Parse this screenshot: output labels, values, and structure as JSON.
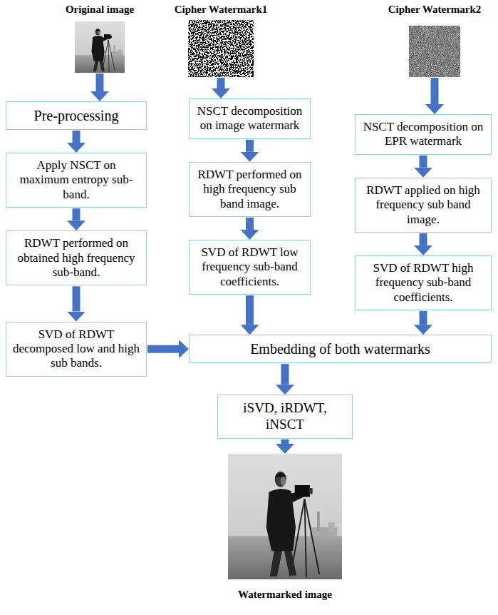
{
  "diagram": {
    "nodes": [
      {
        "text": [
          "Original image"
        ]
      },
      {
        "text": [
          "Pre-processing"
        ]
      },
      {
        "text": [
          "Apply NSCT on maximum entropy sub-band."
        ]
      },
      {
        "text": [
          "RDWT performed on obtained high frequency sub-band."
        ]
      },
      {
        "text": [
          "SVD of RDWT decomposed low and high sub bands."
        ]
      },
      {
        "text": [
          "Cipher Watermark1"
        ]
      },
      {
        "text": [
          "NSCT decomposition on image watermark"
        ]
      },
      {
        "text": [
          "RDWT performed on high frequency sub band image."
        ]
      },
      {
        "text": [
          "SVD of RDWT low frequency sub-band coefficients."
        ]
      },
      {
        "text": [
          "Cipher Watermark2"
        ]
      },
      {
        "text": [
          "NSCT decomposition on EPR watermark"
        ]
      },
      {
        "text": [
          "RDWT applied on high frequency sub band image."
        ]
      },
      {
        "text": [
          "SVD of RDWT high frequency sub-band coefficients."
        ]
      },
      {
        "text": [
          "Embedding of both watermarks"
        ]
      },
      {
        "text": [
          "iSVD, iRDWT, iNSCT"
        ]
      },
      {
        "text": [
          "Watermarked image"
        ]
      }
    ],
    "edges": [
      {
        "from": 0,
        "to": 1,
        "arrow": "to"
      },
      {
        "from": 1,
        "to": 2,
        "arrow": "to"
      },
      {
        "from": 2,
        "to": 3,
        "arrow": "to"
      },
      {
        "from": 3,
        "to": 4,
        "arrow": "to"
      },
      {
        "from": 5,
        "to": 6,
        "arrow": "to"
      },
      {
        "from": 6,
        "to": 7,
        "arrow": "to"
      },
      {
        "from": 7,
        "to": 8,
        "arrow": "to"
      },
      {
        "from": 9,
        "to": 10,
        "arrow": "to"
      },
      {
        "from": 10,
        "to": 11,
        "arrow": "to"
      },
      {
        "from": 11,
        "to": 12,
        "arrow": "to"
      },
      {
        "from": 4,
        "to": 13,
        "arrow": "to"
      },
      {
        "from": 8,
        "to": 13,
        "arrow": "to"
      },
      {
        "from": 12,
        "to": 13,
        "arrow": "to"
      },
      {
        "from": 13,
        "to": 14,
        "arrow": "to"
      },
      {
        "from": 14,
        "to": 15,
        "arrow": "to"
      }
    ]
  }
}
